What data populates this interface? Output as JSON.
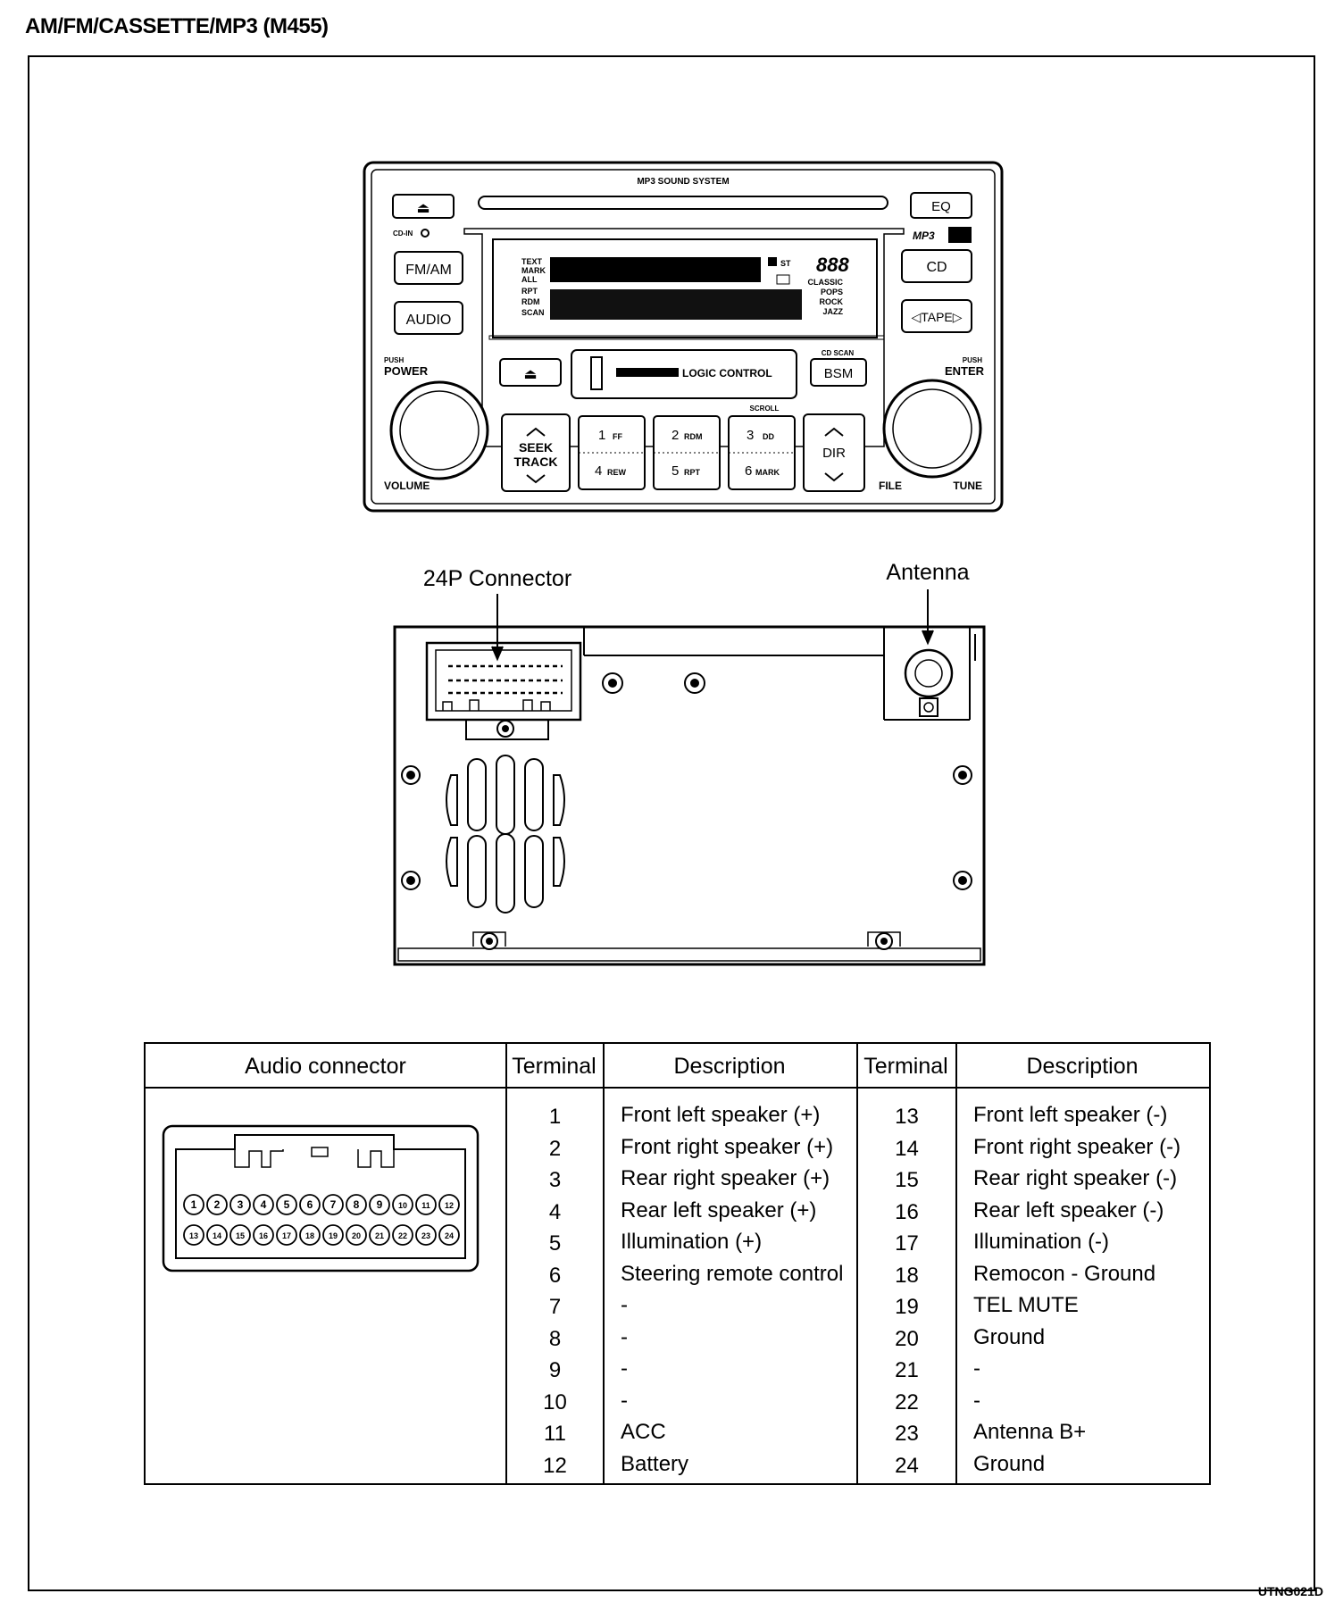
{
  "title": "AM/FM/CASSETTE/MP3 (M455)",
  "ref_code": "UTNG021D",
  "front_panel": {
    "system_label": "MP3 SOUND SYSTEM",
    "buttons": {
      "eject_top": "⏏",
      "eq": "EQ",
      "fm_am": "FM/AM",
      "audio": "AUDIO",
      "cd": "CD",
      "tape": "◁TAPE▷",
      "eject_tape": "⏏",
      "bsm": "BSM",
      "seek_track": [
        "SEEK",
        "TRACK"
      ],
      "dir": "DIR"
    },
    "labels": {
      "cd_in": "CD-IN",
      "mp3_logo": "MP3",
      "power_push": "PUSH",
      "power": "POWER",
      "volume": "VOLUME",
      "enter_push": "PUSH",
      "enter": "ENTER",
      "file": "FILE",
      "tune": "TUNE",
      "cd_scan": "CD SCAN",
      "scroll": "SCROLL",
      "logic_control": "LOGIC CONTROL",
      "display_left": [
        "TEXT",
        "MARK",
        "ALL",
        "RPT",
        "RDM",
        "SCAN"
      ],
      "display_right": [
        "CLASSIC",
        "POPS",
        "ROCK",
        "JAZZ"
      ],
      "display_digits": "888",
      "display_st": "ST"
    },
    "presets": [
      {
        "top": "1",
        "top_sub": "FF",
        "bottom": "4",
        "bottom_sub": "REW"
      },
      {
        "top": "2",
        "top_sub": "RDM",
        "bottom": "5",
        "bottom_sub": "RPT"
      },
      {
        "top": "3",
        "top_sub": "DD",
        "bottom": "6",
        "bottom_sub": "MARK"
      }
    ]
  },
  "rear_panel": {
    "connector_label": "24P Connector",
    "antenna_label": "Antenna"
  },
  "table": {
    "headers": [
      "Audio connector",
      "Terminal",
      "Description",
      "Terminal",
      "Description"
    ],
    "left": [
      {
        "terminal": "1",
        "description": "Front left speaker (+)"
      },
      {
        "terminal": "2",
        "description": "Front right speaker (+)"
      },
      {
        "terminal": "3",
        "description": "Rear right speaker (+)"
      },
      {
        "terminal": "4",
        "description": "Rear left speaker (+)"
      },
      {
        "terminal": "5",
        "description": "Illumination (+)"
      },
      {
        "terminal": "6",
        "description": "Steering remote control"
      },
      {
        "terminal": "7",
        "description": "-"
      },
      {
        "terminal": "8",
        "description": "-"
      },
      {
        "terminal": "9",
        "description": "-"
      },
      {
        "terminal": "10",
        "description": "-"
      },
      {
        "terminal": "11",
        "description": "ACC"
      },
      {
        "terminal": "12",
        "description": "Battery"
      }
    ],
    "right": [
      {
        "terminal": "13",
        "description": "Front left speaker (-)"
      },
      {
        "terminal": "14",
        "description": "Front right speaker (-)"
      },
      {
        "terminal": "15",
        "description": "Rear right speaker (-)"
      },
      {
        "terminal": "16",
        "description": "Rear left speaker (-)"
      },
      {
        "terminal": "17",
        "description": "Illumination (-)"
      },
      {
        "terminal": "18",
        "description": "Remocon - Ground"
      },
      {
        "terminal": "19",
        "description": "TEL MUTE"
      },
      {
        "terminal": "20",
        "description": "Ground"
      },
      {
        "terminal": "21",
        "description": "-"
      },
      {
        "terminal": "22",
        "description": "-"
      },
      {
        "terminal": "23",
        "description": "Antenna B+"
      },
      {
        "terminal": "24",
        "description": "Ground"
      }
    ],
    "connector_pins_top": [
      "1",
      "2",
      "3",
      "4",
      "5",
      "6",
      "7",
      "8",
      "9",
      "10",
      "11",
      "12"
    ],
    "connector_pins_bottom": [
      "13",
      "14",
      "15",
      "16",
      "17",
      "18",
      "19",
      "20",
      "21",
      "22",
      "23",
      "24"
    ]
  }
}
